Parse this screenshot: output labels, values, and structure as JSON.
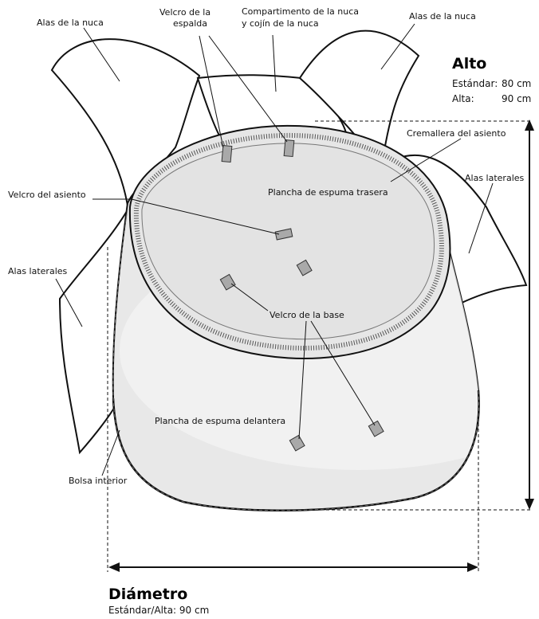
{
  "labels": {
    "neck_wings_left": "Alas de la nuca",
    "back_velcro_line1": "Velcro de la",
    "back_velcro_line2": "espalda",
    "neck_compartment_line1": "Compartimento de la nuca",
    "neck_compartment_line2": "y cojín de la nuca",
    "neck_wings_right": "Alas de la nuca",
    "seat_zipper": "Cremallera del asiento",
    "side_wings_right": "Alas laterales",
    "seat_velcro": "Velcro del asiento",
    "rear_foam": "Plancha de espuma trasera",
    "side_wings_left": "Alas laterales",
    "base_velcro": "Velcro de la base",
    "front_foam": "Plancha de espuma delantera",
    "inner_bag": "Bolsa interior"
  },
  "height": {
    "title": "Alto",
    "rows": [
      {
        "name": "Estándar:",
        "value": "80 cm"
      },
      {
        "name": "Alta:",
        "value": "90 cm"
      }
    ]
  },
  "diameter": {
    "title": "Diámetro",
    "spec": "Estándar/Alta: 90 cm"
  }
}
